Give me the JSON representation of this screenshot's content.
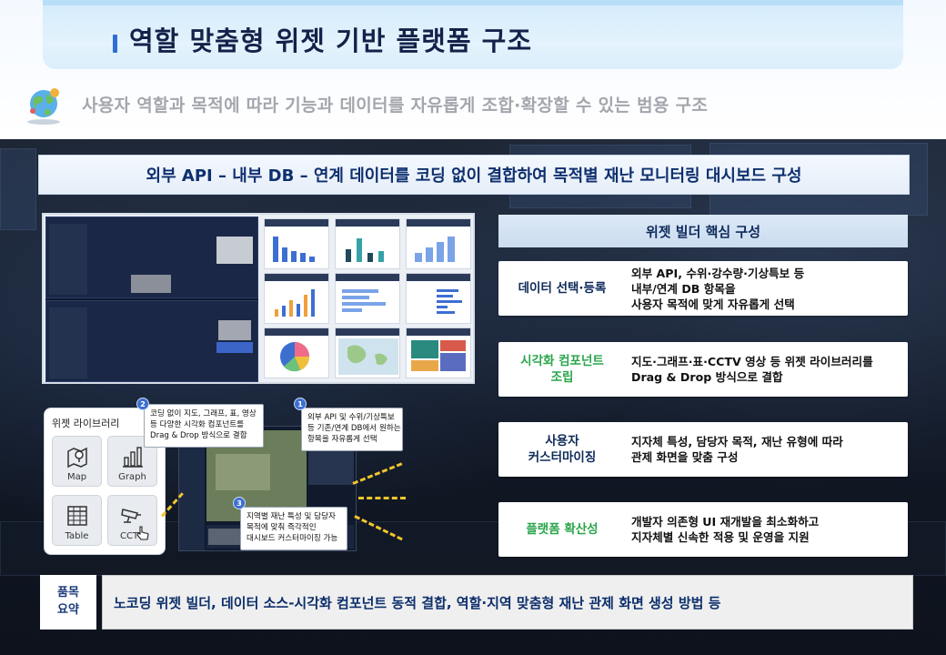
{
  "header": {
    "title": "역할 맞춤형 위젯 기반 플랫폼 구조",
    "subtitle": "사용자 역할과 목적에 따라 기능과 데이터를 자유롭게 조합·확장할 수 있는 범용 구조",
    "accent": "#2e6fd4"
  },
  "banner": {
    "text": "외부 API – 내부 DB – 연계 데이터를 코딩 없이 결합하여 목적별 재난 모니터링 대시보드 구성"
  },
  "widget_library": {
    "title": "위젯 라이브러리",
    "tiles": [
      {
        "label": "Map",
        "icon": "map-pin-icon"
      },
      {
        "label": "Graph",
        "icon": "bar-graph-icon"
      },
      {
        "label": "Table",
        "icon": "table-icon"
      },
      {
        "label": "CCTV",
        "icon": "cctv-icon"
      }
    ]
  },
  "callouts": [
    {
      "number": "2",
      "lines": [
        "코딩 없이 지도, 그래프, 표, 영상",
        "등 다양한 시각화 컴포넌트를",
        "Drag & Drop 방식으로 결합"
      ]
    },
    {
      "number": "1",
      "lines": [
        "외부 API 및 수위/기상특보",
        "등 기존/연계 DB에서 원하는",
        "항목을 자유롭게 선택"
      ]
    },
    {
      "number": "3",
      "lines": [
        "지역별 재난 특성 및 담당자",
        "목적에 맞춰 즉각적인",
        "대시보드 커스터마이징 가능"
      ]
    }
  ],
  "core": {
    "header": "위젯 빌더 핵심 구성",
    "features": [
      {
        "label_lines": [
          "데이터 선택·등록"
        ],
        "desc_lines": [
          "외부 API, 수위·강수량·기상특보 등",
          "내부/연계 DB 항목을",
          "사용자 목적에 맞게 자유롭게 선택"
        ],
        "label_color": "#0e2a5a"
      },
      {
        "label_lines": [
          "시각화 컴포넌트",
          "조립"
        ],
        "desc_lines": [
          "지도·그래프·표·CCTV 영상 등 위젯 라이브러리를",
          "Drag & Drop 방식으로 결합"
        ],
        "label_color": "#2aa54a"
      },
      {
        "label_lines": [
          "사용자",
          "커스터마이징"
        ],
        "desc_lines": [
          "지자체 특성, 담당자 목적, 재난 유형에 따라",
          "관제 화면을 맞춤 구성"
        ],
        "label_color": "#0e2a5a"
      },
      {
        "label_lines": [
          "플랫폼 확산성"
        ],
        "desc_lines": [
          "개발자 의존형 UI 재개발을 최소화하고",
          "지자체별 신속한 적용 및 운영을 지원"
        ],
        "label_color": "#2aa54a"
      }
    ]
  },
  "summary": {
    "label_lines": [
      "품목",
      "요약"
    ],
    "text": "노코딩 위젯 빌더, 데이터 소스-시각화 컴포넌트 동적 결합, 역할·지역 맞춤형 재난 관제 화면 생성 방법 등"
  },
  "colors": {
    "dark_bg": "#121926",
    "arrow": "#f2c52c",
    "title_bg": "#d6ecfb"
  }
}
